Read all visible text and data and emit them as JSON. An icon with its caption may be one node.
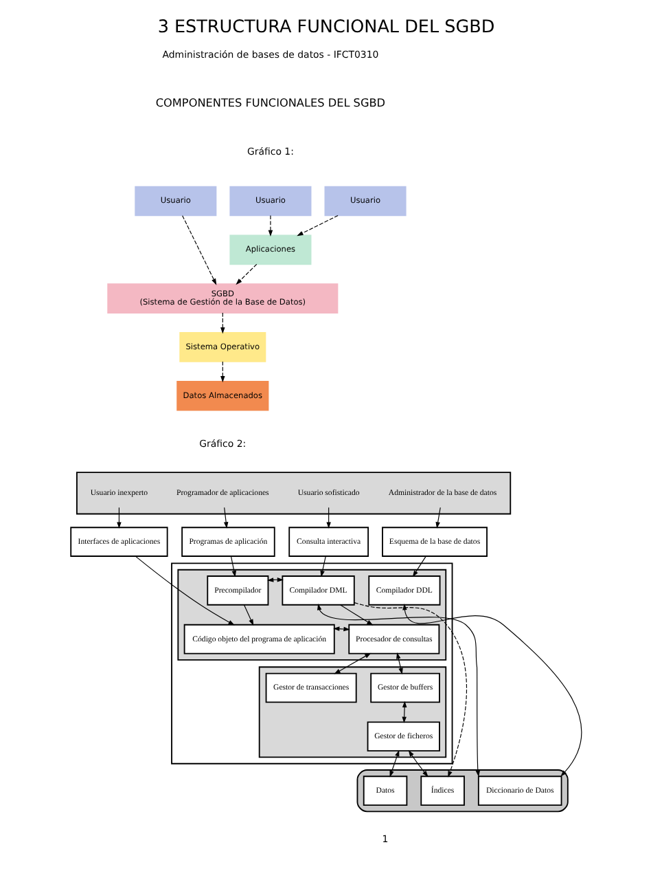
{
  "diagram": {
    "title": "3 ESTRUCTURA FUNCIONAL DEL SGBD",
    "nodes": [
      {
        "text": [
          "Usuario"
        ]
      },
      {
        "text": [
          "Usuario"
        ]
      },
      {
        "text": [
          "Usuario"
        ]
      },
      {
        "text": [
          "Aplicaciones"
        ]
      },
      {
        "text": [
          "SGBD",
          "(Sistema de Gestión de la Base de Datos)"
        ]
      },
      {
        "text": [
          "Sistema Operativo"
        ]
      },
      {
        "text": [
          "Datos Almacenados"
        ]
      },
      {
        "text": [],
        "shape": "box"
      },
      {
        "text": [
          "Usuario inexperto"
        ],
        "in": 7
      },
      {
        "text": [
          "Programador de aplicaciones"
        ],
        "in": 7
      },
      {
        "text": [
          "Usuario sofisticado"
        ],
        "in": 7
      },
      {
        "text": [
          "Administrador de la base de datos"
        ],
        "in": 7
      },
      {
        "text": [
          "Interfaces de aplicaciones"
        ]
      },
      {
        "text": [
          "Programas de aplicación"
        ]
      },
      {
        "text": [
          "Consulta interactiva"
        ]
      },
      {
        "text": [
          "Esquema de la base de datos"
        ]
      },
      {
        "text": [],
        "shape": "box"
      },
      {
        "text": [],
        "shape": "box",
        "in": 16
      },
      {
        "text": [],
        "shape": "box",
        "in": 16
      },
      {
        "text": [
          "Precompilador"
        ],
        "in": 17
      },
      {
        "text": [
          "Compilador DML"
        ],
        "in": 17
      },
      {
        "text": [
          "Compilador DDL"
        ],
        "in": 17
      },
      {
        "text": [
          "Código objeto del programa de aplicación"
        ],
        "in": 17
      },
      {
        "text": [
          "Procesador de consultas"
        ],
        "in": 17
      },
      {
        "text": [
          "Gestor de transacciones"
        ],
        "in": 18
      },
      {
        "text": [
          "Gestor de buffers"
        ],
        "in": 18
      },
      {
        "text": [
          "Gestor de ficheros"
        ],
        "in": 18
      },
      {
        "text": [],
        "shape": "cylinder"
      },
      {
        "text": [
          "Índices"
        ],
        "in": 27
      },
      {
        "text": [
          "Datos"
        ],
        "in": 27
      },
      {
        "text": [
          "Diccionario de Datos"
        ],
        "in": 27
      }
    ],
    "edges": [
      {
        "from": 0,
        "to": 4,
        "arrow": "to",
        "style": "dashed"
      },
      {
        "from": 1,
        "to": 3,
        "arrow": "to",
        "style": "dashed"
      },
      {
        "from": 2,
        "to": 3,
        "arrow": "to",
        "style": "dashed"
      },
      {
        "from": 3,
        "to": 4,
        "arrow": "to",
        "style": "dashed"
      },
      {
        "from": 4,
        "to": 5,
        "arrow": "to",
        "style": "dashed"
      },
      {
        "from": 5,
        "to": 6,
        "arrow": "to",
        "style": "dashed"
      },
      {
        "from": 8,
        "to": 12,
        "arrow": "to"
      },
      {
        "from": 9,
        "to": 13,
        "arrow": "to"
      },
      {
        "from": 10,
        "to": 14,
        "arrow": "to"
      },
      {
        "from": 11,
        "to": 15,
        "arrow": "to"
      },
      {
        "from": 12,
        "to": 22,
        "arrow": "to"
      },
      {
        "from": 13,
        "to": 19,
        "arrow": "to"
      },
      {
        "from": 14,
        "to": 20,
        "arrow": "to"
      },
      {
        "from": 15,
        "to": 21,
        "arrow": "to"
      },
      {
        "from": 19,
        "to": 20,
        "arrow": "both"
      },
      {
        "from": 19,
        "to": 22,
        "arrow": "to"
      },
      {
        "from": 22,
        "to": 23,
        "arrow": "both"
      },
      {
        "from": 20,
        "to": 23,
        "arrow": "to"
      },
      {
        "from": 23,
        "to": 24,
        "arrow": "both"
      },
      {
        "from": 23,
        "to": 25,
        "arrow": "both"
      },
      {
        "from": 25,
        "to": 26,
        "arrow": "both"
      },
      {
        "from": 26,
        "to": 29,
        "arrow": "both"
      },
      {
        "from": 26,
        "to": 28,
        "arrow": "both"
      },
      {
        "from": 20,
        "to": 28,
        "arrow": "to",
        "style": "dashed"
      },
      {
        "from": 30,
        "to": 20,
        "arrow": "both"
      },
      {
        "from": 30,
        "to": 21,
        "arrow": "both"
      }
    ],
    "labels": [
      "Administración de bases de datos - IFCT0310",
      "COMPONENTES FUNCIONALES DEL SGBD",
      "Gráfico 1:",
      "Gráfico 2:",
      "1"
    ]
  }
}
